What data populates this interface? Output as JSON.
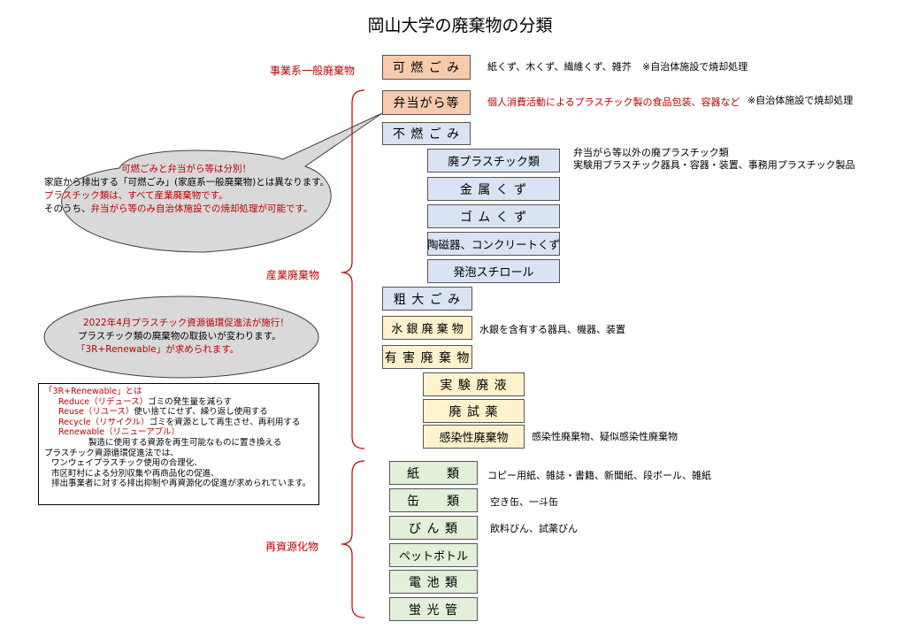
{
  "title": "岡山大学の廃棄物の分類",
  "categories": {
    "business": "事業系一般廃棄物",
    "industrial": "産業廃棄物",
    "recyclable": "再資源化物"
  },
  "boxes": {
    "combustible": "可 燃 ご み",
    "bento": "弁当がら等",
    "noncombustible": "不 燃 ご み",
    "waste_plastic": "廃プラスチック類",
    "metal": "金 属 く ず",
    "rubber": "ゴ ム く ず",
    "ceramic": "陶磁器、コンクリートくず",
    "styrofoam": "発泡スチロール",
    "bulky": "粗 大 ご み",
    "mercury": "水 銀 廃 棄 物",
    "hazardous": "有 害 廃 棄 物",
    "lab_liquid": "実 験 廃 液",
    "reagent": "廃 試 薬",
    "infectious": "感染性廃棄物",
    "paper": "紙　　類",
    "cans": "缶　　類",
    "bottles": "び ん 類",
    "pet": "ペットボトル",
    "battery": "電 池 類",
    "fluorescent": "蛍 光 管"
  },
  "notes": {
    "combustible": "紙くず、木くず、繊維くず、雑芥",
    "combustible_remark": "※自治体施設で焼却処理",
    "bento": "個人消費活動によるプラスチック製の食品包装、容器など",
    "bento_remark": "※自治体施設で焼却処理",
    "waste_plastic_1": "弁当がら等以外の廃プラスチック類",
    "waste_plastic_2": "実験用プラスチック器具・容器・装置、事務用プラスチック製品",
    "mercury": "水銀を含有する器具、機器、装置",
    "infectious": "感染性廃棄物、疑似感染性廃棄物",
    "paper": "コピー用紙、雑誌・書籍、新聞紙、段ボール、雑紙",
    "cans": "空き缶、一斗缶",
    "bottles": "飲料びん、試薬びん"
  },
  "bubble1": {
    "line1": "可燃ごみと弁当がら等は分別！",
    "line2": "家庭から排出する「可燃ごみ」(家庭系一般廃棄物)とは異なります。",
    "line3": "プラスチック類は、すべて産業廃棄物です。",
    "line4_a": "そのうち、",
    "line4_b": "弁当がら等のみ自治体施設での焼却処理が可能です。"
  },
  "bubble2": {
    "line1": "2022年4月プラスチック資源循環促進法が施行！",
    "line2": "プラスチック類の廃棄物の取扱いが変わります。",
    "line3": "「3R+Renewable」が求められます。"
  },
  "infobox": {
    "heading": "「3R+Renewable」とは",
    "reduce_term": "Reduce（リデュース）",
    "reduce_desc": "ゴミの発生量を減らす",
    "reuse_term": "Reuse（リユース）",
    "reuse_desc": "使い捨てにせず、繰り返し使用する",
    "recycle_term": "Recycle（リサイクル）",
    "recycle_desc": "ゴミを資源として再生させ、再利用する",
    "renewable_term": "Renewable（リニューアブル）",
    "renewable_desc": "製造に使用する資源を再生可能なものに置き換える",
    "law_1": "プラスチック資源循環促進法では、",
    "law_2": "ワンウェイプラスチック使用の合理化、",
    "law_3": "市区町村による分別収集や再商品化の促進、",
    "law_4": "排出事業者に対する排出抑制や再資源化の促進が求められています。"
  },
  "colors": {
    "orange_box": "#f8cbad",
    "blue_box": "#dae3f3",
    "yellow_box": "#fff2cc",
    "green_box": "#e2efd9",
    "red_text": "#c00000",
    "brace": "#c00000",
    "bubble_fill": "#d9d9d9"
  }
}
